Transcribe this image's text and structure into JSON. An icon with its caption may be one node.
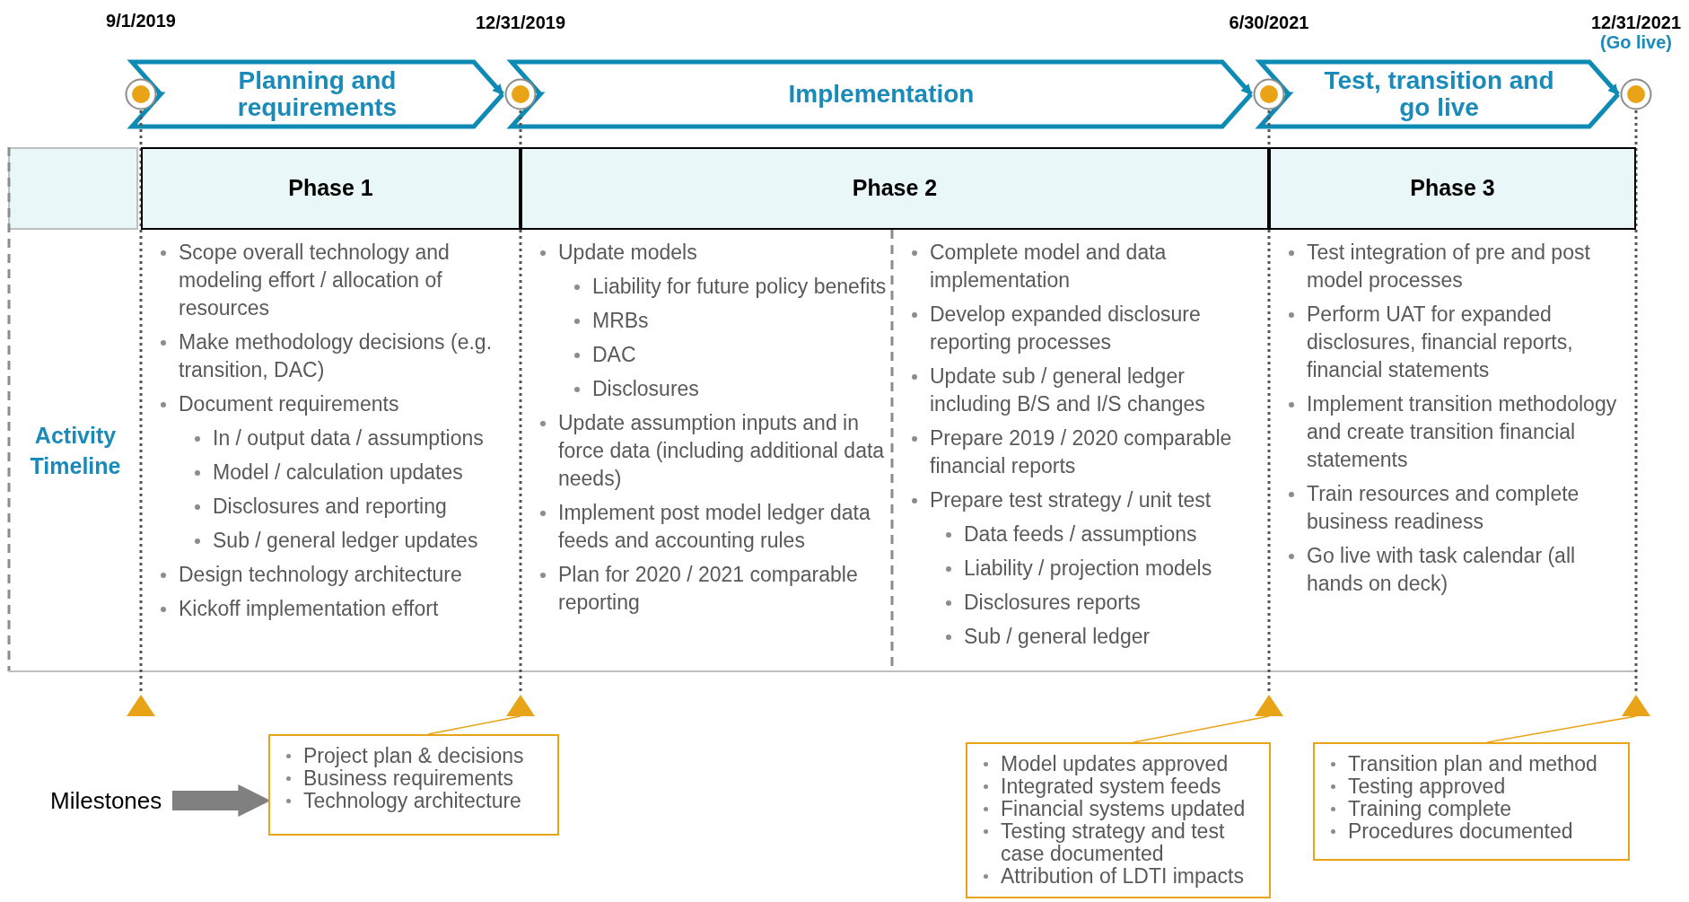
{
  "diagram": {
    "nodes": [
      {
        "text": [],
        "shape": "circle",
        "beside": [
          "9/1/2019"
        ]
      },
      {
        "text": [],
        "shape": "circle",
        "beside": [
          "12/31/2019"
        ]
      },
      {
        "text": [],
        "shape": "circle",
        "beside": [
          "6/30/2021"
        ]
      },
      {
        "text": [],
        "shape": "circle",
        "beside": [
          "12/31/2021",
          "(Go live)"
        ]
      },
      {
        "text": [
          "Phase 1"
        ]
      },
      {
        "text": [
          "Phase 2"
        ]
      },
      {
        "text": [
          "Phase 3"
        ]
      },
      {
        "text": [
          "Activity Timeline"
        ]
      },
      {
        "text": [
          "Scope overall technology and modeling effort / allocation of resources",
          "Make methodology decisions (e.g. transition, DAC)",
          "Document requirements",
          "In / output data / assumptions",
          "Model  / calculation updates",
          "Disclosures and reporting",
          "Sub / general ledger updates",
          "Design technology architecture",
          "Kickoff implementation effort"
        ]
      },
      {
        "text": [
          "Update models",
          "Liability for future policy benefits",
          "MRBs",
          "DAC",
          "Disclosures",
          "Update assumption inputs and in force data (including additional data needs)",
          "Implement post model ledger data feeds and accounting rules",
          "Plan for 2020 / 2021 comparable reporting"
        ]
      },
      {
        "text": [
          "Complete model and data implementation",
          "Develop expanded disclosure reporting processes",
          "Update sub / general ledger including B/S and I/S changes",
          "Prepare 2019 / 2020 comparable financial reports",
          "Prepare test strategy / unit test",
          "Data feeds / assumptions",
          "Liability / projection models",
          "Disclosures reports",
          "Sub / general ledger"
        ]
      },
      {
        "text": [
          "Test integration of pre and post model processes",
          "Perform UAT for expanded disclosures, financial reports, financial statements",
          "Implement transition methodology and create transition financial statements",
          "Train resources and complete business readiness",
          "Go live with task calendar (all hands on deck)"
        ]
      },
      {
        "text": [],
        "shape": "triangle"
      },
      {
        "text": [],
        "shape": "triangle"
      },
      {
        "text": [],
        "shape": "triangle"
      },
      {
        "text": [],
        "shape": "triangle"
      },
      {
        "text": [
          "Milestones"
        ]
      },
      {
        "text": [
          "Project plan & decisions",
          "Business requirements",
          "Technology architecture"
        ]
      },
      {
        "text": [
          "Model updates approved",
          "Integrated system feeds",
          "Financial systems updated",
          "Testing strategy and test case documented",
          "Attribution of LDTI impacts"
        ]
      },
      {
        "text": [
          "Transition plan and method",
          "Testing approved",
          "Training complete",
          "Procedures documented"
        ]
      }
    ],
    "edges": [
      {
        "from": 0,
        "to": 1,
        "arrow": "to",
        "label": "Planning and requirements",
        "color": "#0e8bb5"
      },
      {
        "from": 1,
        "to": 2,
        "arrow": "to",
        "label": "Implementation",
        "color": "#0e8bb5"
      },
      {
        "from": 2,
        "to": 3,
        "arrow": "to",
        "label": "Test, transition and go live",
        "color": "#0e8bb5"
      },
      {
        "from": 0,
        "to": 12,
        "arrow": "none",
        "style": "dashed",
        "color": "#555555"
      },
      {
        "from": 1,
        "to": 13,
        "arrow": "none",
        "style": "dashed",
        "color": "#555555"
      },
      {
        "from": 2,
        "to": 14,
        "arrow": "none",
        "style": "dashed",
        "color": "#555555"
      },
      {
        "from": 3,
        "to": 15,
        "arrow": "none",
        "style": "dashed",
        "color": "#555555"
      },
      {
        "from": 17,
        "to": 13,
        "arrow": "none",
        "color": "#e8a317"
      },
      {
        "from": 18,
        "to": 14,
        "arrow": "none",
        "color": "#e8a317"
      },
      {
        "from": 19,
        "to": 15,
        "arrow": "none",
        "color": "#e8a317"
      },
      {
        "from": 16,
        "to": 17,
        "arrow": "to",
        "style": "thick",
        "color": "#808080"
      }
    ]
  }
}
